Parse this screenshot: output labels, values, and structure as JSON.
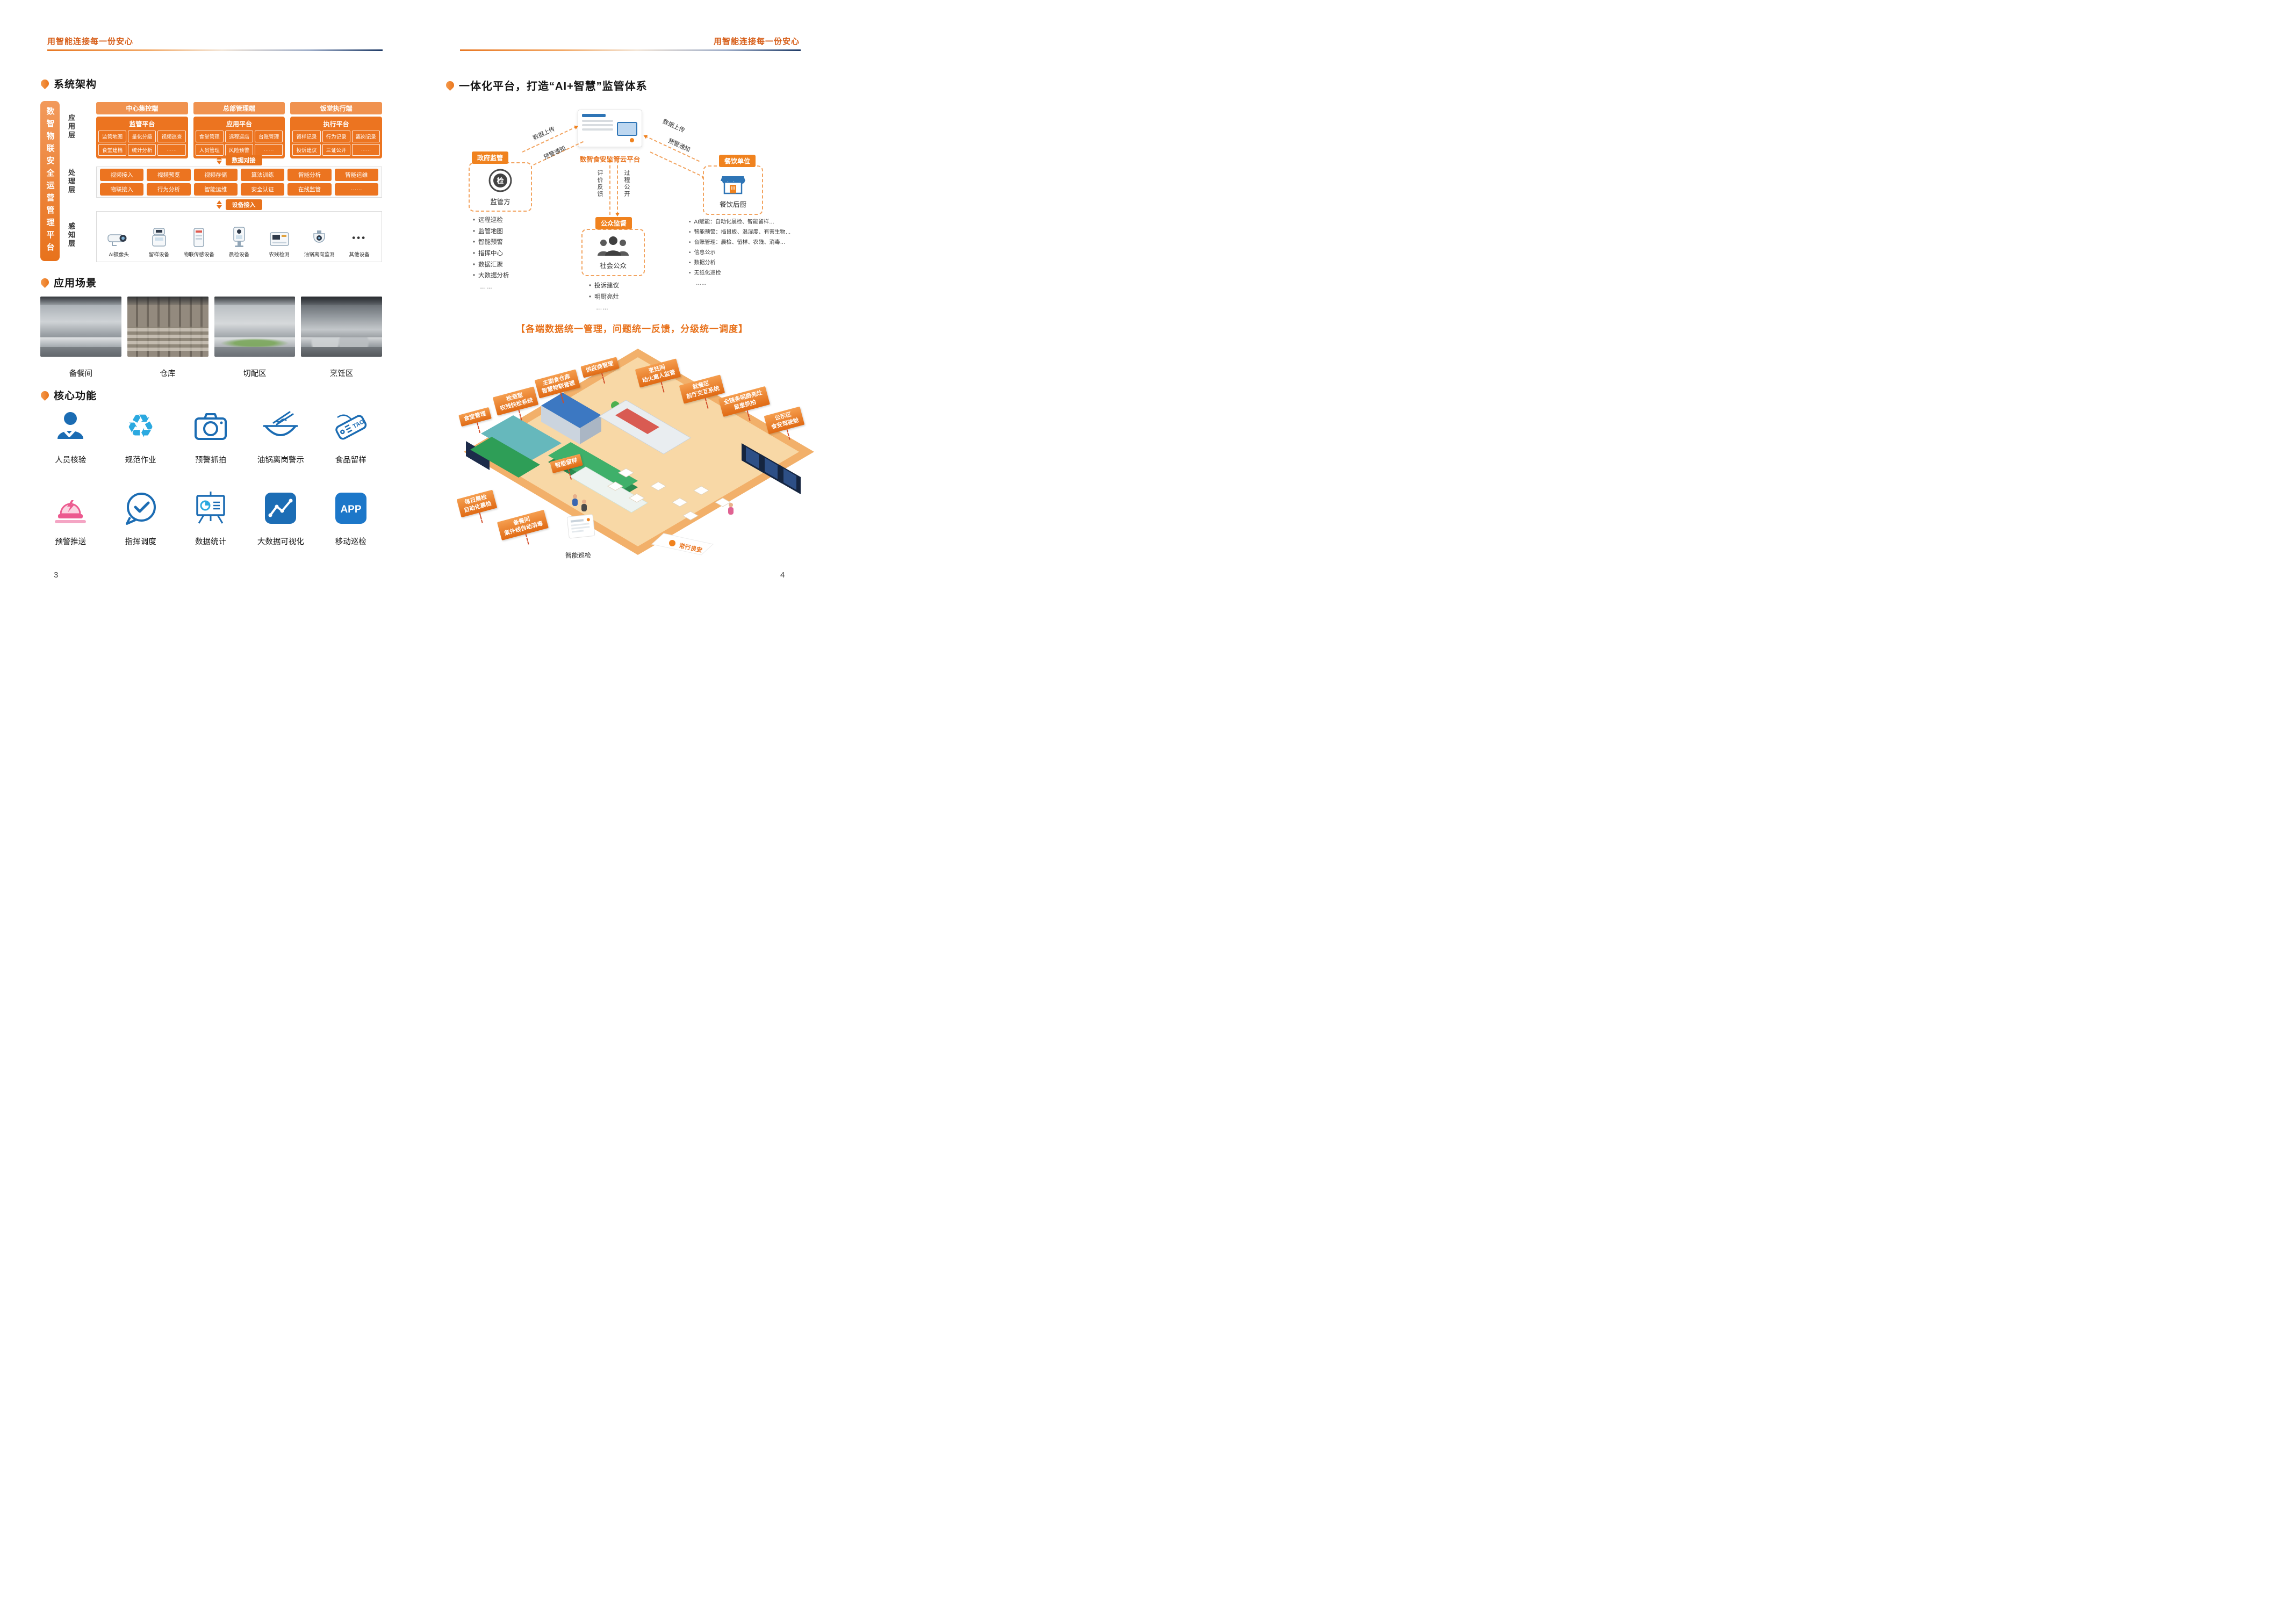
{
  "colors": {
    "primary_orange": "#E8721C",
    "deep_blue": "#1E3A66",
    "icon_blue": "#1B6CB3",
    "icon_cyan": "#2BA9E0",
    "alert_pink": "#EC5A8F"
  },
  "left_page": {
    "header": "用智能连接每一份安心",
    "page_number": "3",
    "architecture": {
      "section_title": "系统架构",
      "platform_bar": "数智物联安全运营管理平台",
      "layer_app": "应用层",
      "layer_process": "处理层",
      "layer_sense": "感知层",
      "columns": [
        {
          "header": "中心集控端",
          "platform": "监管平台",
          "cells": [
            "监管地图",
            "量化分级",
            "视频巡查",
            "食堂建档",
            "统计分析",
            "……"
          ]
        },
        {
          "header": "总部管理端",
          "platform": "应用平台",
          "cells": [
            "食堂管理",
            "远程巡店",
            "台账管理",
            "人员管理",
            "风险预警",
            "……"
          ]
        },
        {
          "header": "饭堂执行端",
          "platform": "执行平台",
          "cells": [
            "留样记录",
            "行为记录",
            "离岗记录",
            "投诉建议",
            "三证公开",
            "……"
          ]
        }
      ],
      "data_link_label": "数据对接",
      "device_link_label": "设备接入",
      "process_row1": [
        "视频接入",
        "视频预览",
        "视频存储",
        "算法训练",
        "智能分析",
        "智能运维"
      ],
      "process_row2": [
        "物联接入",
        "行为分析",
        "智能运维",
        "安全认证",
        "在线监管",
        "……"
      ],
      "devices": [
        "AI摄像头",
        "留样设备",
        "物联传感设备",
        "晨检设备",
        "农残检测",
        "油锅离岗监测",
        "其他设备"
      ],
      "more_devices_glyph": "•••"
    },
    "scenarios": {
      "section_title": "应用场景",
      "labels": [
        "备餐间",
        "仓库",
        "切配区",
        "烹饪区"
      ]
    },
    "functions": {
      "section_title": "核心功能",
      "labels": [
        "人员核验",
        "规范作业",
        "预警抓拍",
        "油锅离岗警示",
        "食品留样",
        "预警推送",
        "指挥调度",
        "数据统计",
        "大数据可视化",
        "移动巡检"
      ],
      "recycle_glyph": "♻",
      "app_icon_text": "APP",
      "tag_icon_text": "TAG"
    }
  },
  "right_page": {
    "header": "用智能连接每一份安心",
    "page_number": "4",
    "section_title": "一体化平台，打造“AI+智慧”监管体系",
    "diagram": {
      "cloud_label": "数智食安监管云平台",
      "gov_badge": "政府监管",
      "gov_name": "监管方",
      "seal_glyph": "检",
      "gov_bullets": [
        "远程巡检",
        "监管地图",
        "智能预警",
        "指挥中心",
        "数据汇聚",
        "大数据分析"
      ],
      "gov_more": "……",
      "unit_badge": "餐饮单位",
      "unit_name": "餐饮后厨",
      "unit_bullets": [
        "AI赋能：自动化晨检、智能留样…",
        "智能预警：挡鼠板、温湿度、有害生物…",
        "台账管理：晨检、留样、农残、消毒…",
        "信息公示",
        "数据分析",
        "无纸化巡检"
      ],
      "unit_more": "……",
      "public_badge": "公众监督",
      "public_name": "社会公众",
      "public_bullets": [
        "投诉建议",
        "明厨亮灶"
      ],
      "public_more": "……",
      "arrow_up_left": "数据上传",
      "arrow_down_left": "预警通知",
      "arrow_up_right": "数据上传",
      "arrow_down_right": "预警通知",
      "arrow_mid_left": "评价反馈",
      "arrow_mid_right": "过程公开"
    },
    "slogan": "【各端数据统一管理，问题统一反馈，分级统一调度】",
    "scene": {
      "labels": [
        "食堂管理",
        "检测室\n农残快检系统",
        "主副食仓库\n智慧物联管理",
        "供应商管理",
        "烹饪间\n动火离人监管",
        "就餐区\n前厅交互系统",
        "全链条明厨亮灶\n鼠患抓拍",
        "公示区\n食安驾驶舱",
        "智能留样",
        "每日晨检\n自动化晨检",
        "备餐间\n紫外线自动消毒"
      ],
      "caption": "智能巡检",
      "floor_sign": "常行良安"
    }
  }
}
